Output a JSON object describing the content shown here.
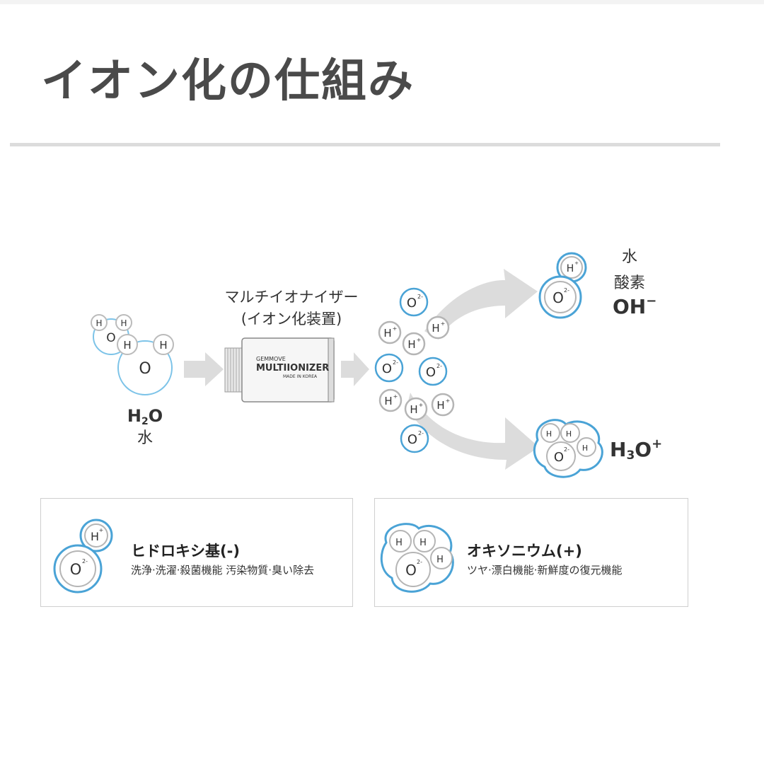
{
  "title": "イオン化の仕組み",
  "diagram": {
    "water_formula_h": "H",
    "water_formula_sub": "2",
    "water_formula_o": "O",
    "water_label": "水",
    "ionizer_title_line1": "マルチイオナイザー",
    "ionizer_title_line2": "(イオン化装置)",
    "device_brand": "GEMMOVE",
    "device_model": "MULTIIONIZER",
    "device_origin": "MADE IN KOREA",
    "atom_h": "H",
    "atom_o": "O",
    "ion_h": "H",
    "ion_h_sup": "+",
    "ion_o": "O",
    "ion_o_sup": "2-",
    "hydroxide_line1": "水",
    "hydroxide_line2": "酸素",
    "hydroxide_formula": "OH",
    "hydroxide_sup": "−",
    "hydronium_h": "H",
    "hydronium_sub": "3",
    "hydronium_o": "O",
    "hydronium_sup": "+"
  },
  "legend": [
    {
      "title": "ヒドロキシ基(-)",
      "desc": "洗浄·洗濯·殺菌機能 汚染物質·臭い除去"
    },
    {
      "title": "オキソニウム(+)",
      "desc": "ツヤ·漂白機能·新鮮度の復元機能"
    }
  ],
  "colors": {
    "blue": "#4aa3d6",
    "gray": "#b5b5b5",
    "arrow": "#dcdcdc",
    "text": "#333333"
  }
}
